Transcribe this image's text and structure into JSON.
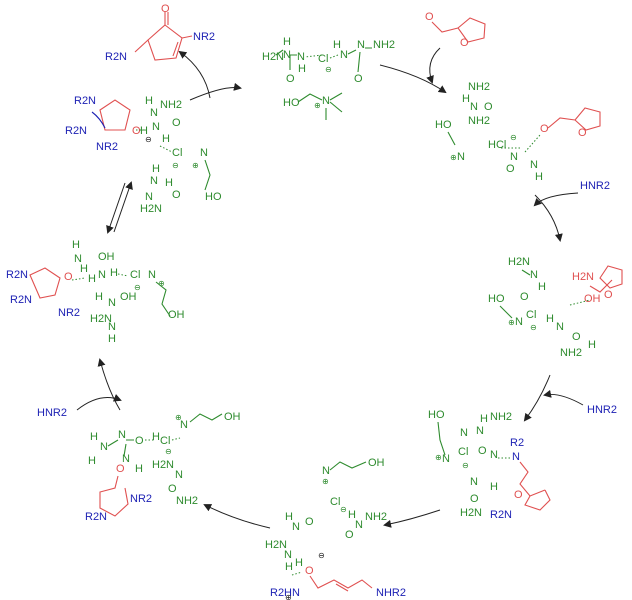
{
  "colors": {
    "hbd_green": "#2e8b2e",
    "amine_blue": "#1e22b4",
    "substrate_red": "#e05050",
    "arrow_black": "#222222"
  },
  "labels": {
    "amine_reagent_1": "HNR2",
    "amine_reagent_2": "HNR2",
    "amine_reagent_3": "HNR2"
  },
  "atoms": {
    "NH2": "NH2",
    "H2N": "H2N",
    "N": "N",
    "H": "H",
    "O": "O",
    "Cl": "Cl",
    "HCl": "HCl",
    "OH": "OH",
    "HO": "HO",
    "R2N": "R2N",
    "NR2": "NR2",
    "R2": "R2",
    "NHR2": "NHR2",
    "R2HN": "R2HN",
    "minus": "⊖",
    "plus": "⊕"
  }
}
